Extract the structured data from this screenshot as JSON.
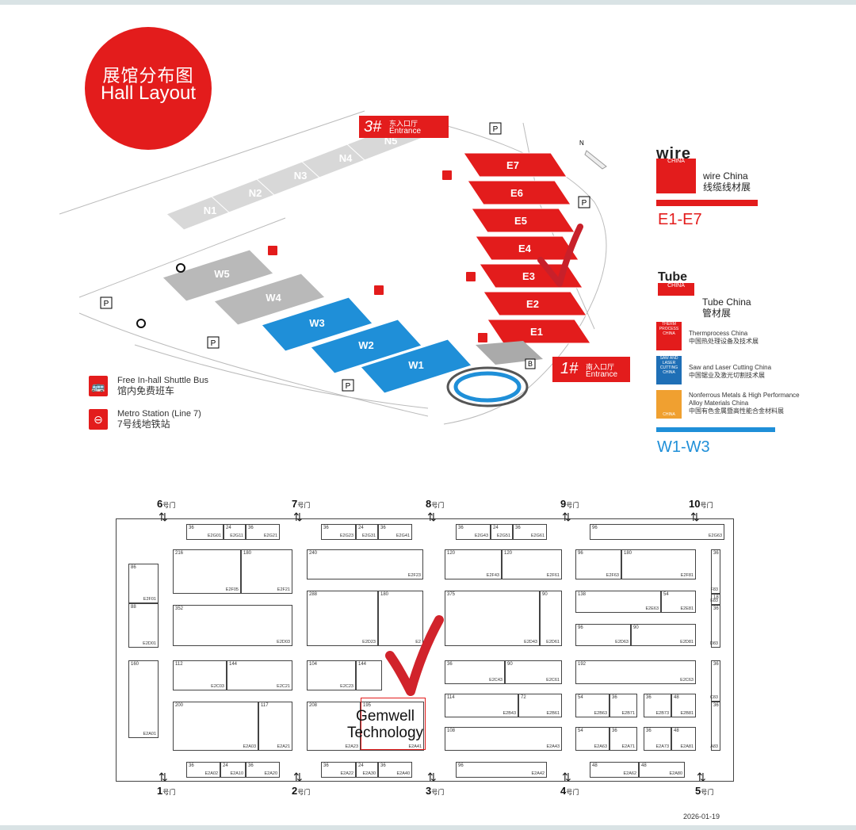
{
  "title": {
    "zh": "展馆分布图",
    "en": "Hall Layout"
  },
  "halls_north": [
    "N1",
    "N2",
    "N3",
    "N4",
    "N5"
  ],
  "halls_west": [
    "W5",
    "W4"
  ],
  "halls_blue": [
    "W3",
    "W2",
    "W1"
  ],
  "halls_red": [
    "E7",
    "E6",
    "E5",
    "E4",
    "E3",
    "E2",
    "E1"
  ],
  "entrance3": {
    "num": "3#",
    "zh": "东入口厅",
    "en": "Entrance"
  },
  "entrance1": {
    "num": "1#",
    "zh": "南入口厅",
    "en": "Entrance"
  },
  "parking": "P",
  "north": "N",
  "b_label": "B",
  "legend": {
    "shuttle": {
      "en": "Free In-hall Shuttle Bus",
      "zh": "馆内免费班车"
    },
    "metro": {
      "en": "Metro Station (Line 7)",
      "zh": "7号线地铁站"
    }
  },
  "exhibitions": {
    "wire": {
      "logo": "wire",
      "logo_sub": "CHINA",
      "en": "wire China",
      "zh": "线缆线材展",
      "range": "E1-E7"
    },
    "tube": {
      "logo": "Tube",
      "logo_sub": "CHINA",
      "en": "Tube China",
      "zh": "管材展"
    },
    "subs": [
      {
        "badge": "THERM PROCESS",
        "badge_sub": "CHINA",
        "en": "Thermprocess China",
        "zh": "中国热处理设备及技术展"
      },
      {
        "badge": "SAW AND LASER CUTTING",
        "badge_sub": "CHINA",
        "en": "Saw and Laser Cutting China",
        "zh": "中国锯业及激光切割技术展"
      },
      {
        "badge": "",
        "badge_sub": "CHINA",
        "en": "Nonferrous Metals & High Performance Alloy Materials China",
        "zh": "中国有色金属暨高性能合金材料展"
      }
    ],
    "range_blue": "W1-W3"
  },
  "colors": {
    "red": "#e31c1c",
    "blue": "#1f8fd8",
    "grey": "#d8d8d8",
    "darkgrey": "#b9b9b9"
  },
  "gates_top": [
    {
      "num": "6",
      "suffix": "号门"
    },
    {
      "num": "7",
      "suffix": "号门"
    },
    {
      "num": "8",
      "suffix": "号门"
    },
    {
      "num": "9",
      "suffix": "号门"
    },
    {
      "num": "10",
      "suffix": "号门"
    }
  ],
  "gates_bottom": [
    {
      "num": "1",
      "suffix": "号门"
    },
    {
      "num": "2",
      "suffix": "号门"
    },
    {
      "num": "3",
      "suffix": "号门"
    },
    {
      "num": "4",
      "suffix": "号门"
    },
    {
      "num": "5",
      "suffix": "号门"
    }
  ],
  "booths": [
    {
      "sz": "36",
      "id": "E2G01"
    },
    {
      "sz": "24",
      "id": "E2G11"
    },
    {
      "sz": "36",
      "id": "E2G21"
    },
    {
      "sz": "36",
      "id": "E2G23"
    },
    {
      "sz": "24",
      "id": "E2G31"
    },
    {
      "sz": "36",
      "id": "E2G41"
    },
    {
      "sz": "36",
      "id": "E2G43"
    },
    {
      "sz": "24",
      "id": "E2G51"
    },
    {
      "sz": "36",
      "id": "E2G61"
    },
    {
      "sz": "96",
      "id": "E2G63"
    },
    {
      "sz": "216",
      "id": "E2F05"
    },
    {
      "sz": "180",
      "id": "E2F21"
    },
    {
      "sz": "240",
      "id": "E2F23"
    },
    {
      "sz": "120",
      "id": "E2F43"
    },
    {
      "sz": "120",
      "id": "E2F61"
    },
    {
      "sz": "96",
      "id": "E2F63"
    },
    {
      "sz": "180",
      "id": "E2F81"
    },
    {
      "sz": "86",
      "id": "E2F01"
    },
    {
      "sz": "88",
      "id": "E2D01"
    },
    {
      "sz": "352",
      "id": "E2D03"
    },
    {
      "sz": "288",
      "id": "E2D23"
    },
    {
      "sz": "180",
      "id": "E2"
    },
    {
      "sz": "375",
      "id": "E2D43"
    },
    {
      "sz": "90",
      "id": "E2D61"
    },
    {
      "sz": "138",
      "id": "E2E63"
    },
    {
      "sz": "54",
      "id": "E2E81"
    },
    {
      "sz": "96",
      "id": "E2D63"
    },
    {
      "sz": "90",
      "id": "E2D81"
    },
    {
      "sz": "160",
      "id": "E2A01"
    },
    {
      "sz": "112",
      "id": "E2C03"
    },
    {
      "sz": "144",
      "id": "E2C21"
    },
    {
      "sz": "104",
      "id": "E2C23"
    },
    {
      "sz": "144",
      "id": ""
    },
    {
      "sz": "36",
      "id": "E2C43"
    },
    {
      "sz": "90",
      "id": "E2C61"
    },
    {
      "sz": "192",
      "id": "E2C63"
    },
    {
      "sz": "200",
      "id": "E2A03"
    },
    {
      "sz": "117",
      "id": "E2A21"
    },
    {
      "sz": "208",
      "id": "E2A23"
    },
    {
      "sz": "195",
      "id": "E2A41"
    },
    {
      "sz": "114",
      "id": "E2B43"
    },
    {
      "sz": "72",
      "id": "E2B61"
    },
    {
      "sz": "108",
      "id": "E2A43"
    },
    {
      "sz": "54",
      "id": "E2B63"
    },
    {
      "sz": "36",
      "id": "E2B71"
    },
    {
      "sz": "36",
      "id": "E2B73"
    },
    {
      "sz": "48",
      "id": "E2B81"
    },
    {
      "sz": "54",
      "id": "E2A63"
    },
    {
      "sz": "36",
      "id": "E2A71"
    },
    {
      "sz": "36",
      "id": "E2A73"
    },
    {
      "sz": "48",
      "id": "E2A81"
    },
    {
      "sz": "36",
      "id": "E2A02"
    },
    {
      "sz": "24",
      "id": "E2A10"
    },
    {
      "sz": "36",
      "id": "E2A20"
    },
    {
      "sz": "36",
      "id": "E2A22"
    },
    {
      "sz": "24",
      "id": "E2A30"
    },
    {
      "sz": "36",
      "id": "E2A40"
    },
    {
      "sz": "96",
      "id": "E2A42"
    },
    {
      "sz": "48",
      "id": "E2A62"
    },
    {
      "sz": "48",
      "id": "E2A80"
    },
    {
      "sz": "36",
      "id": "F83"
    },
    {
      "sz": "18",
      "id": "E83"
    },
    {
      "sz": "36",
      "id": "D83"
    },
    {
      "sz": "36",
      "id": "C83"
    },
    {
      "sz": "36",
      "id": "A83"
    }
  ],
  "highlight": {
    "line1": "Gemwell",
    "line2": "Technology"
  },
  "date": "2026-01-19"
}
